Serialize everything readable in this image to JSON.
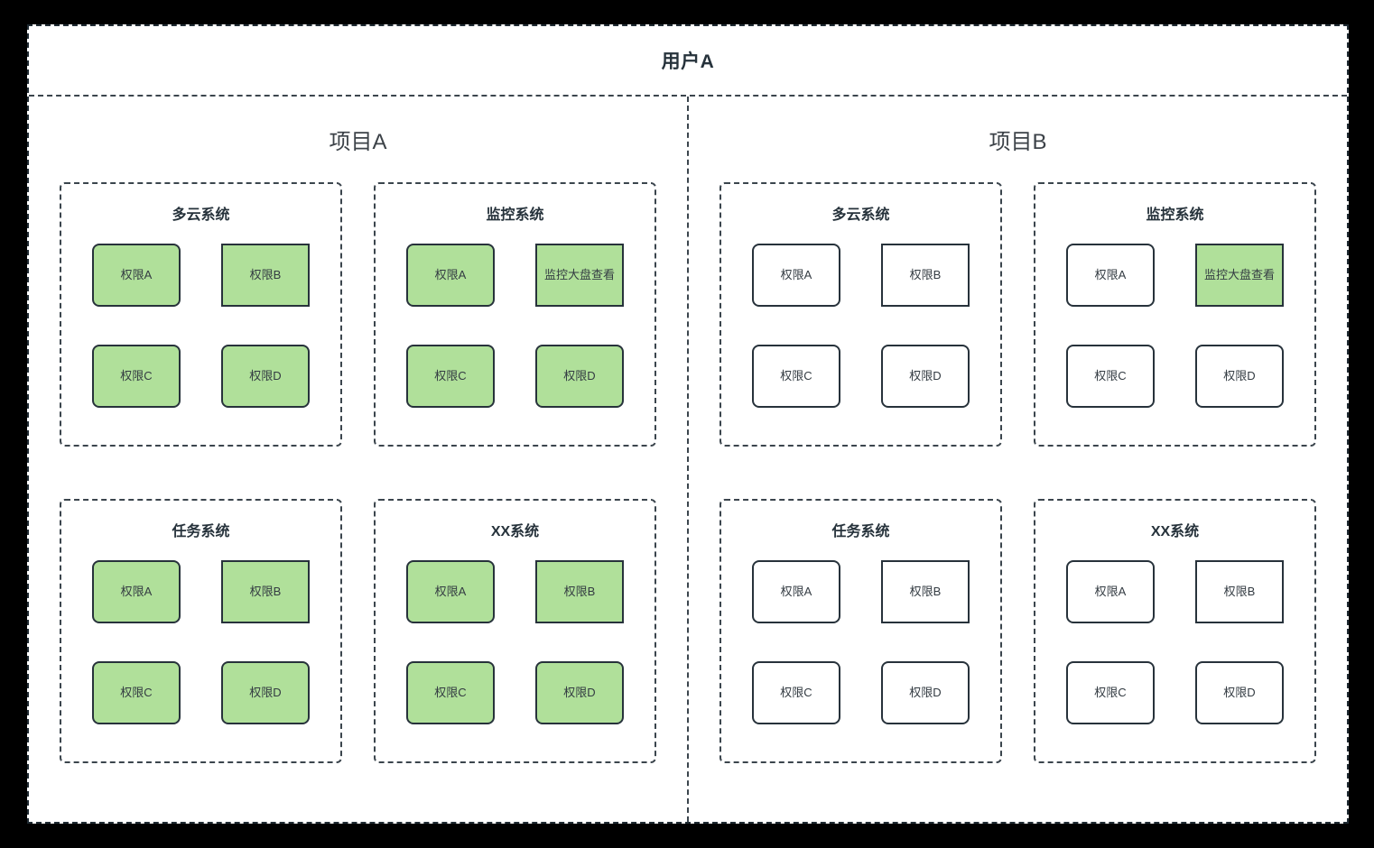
{
  "colors": {
    "granted_fill": "#b0e09a",
    "default_fill": "#ffffff",
    "border": "#27323b",
    "dashed_border": "#3b454d",
    "text": "#333b42",
    "page_background": "#000000"
  },
  "user": {
    "title": "用户A"
  },
  "projects": [
    {
      "id": "project-a",
      "title": "项目A",
      "systems": [
        {
          "id": "multicloud-system",
          "title": "多云系统",
          "permissions": [
            {
              "label": "权限A",
              "granted": true,
              "shape": "rounded"
            },
            {
              "label": "权限B",
              "granted": true,
              "shape": "sharp"
            },
            {
              "label": "权限C",
              "granted": true,
              "shape": "rounded"
            },
            {
              "label": "权限D",
              "granted": true,
              "shape": "rounded"
            }
          ]
        },
        {
          "id": "monitor-system",
          "title": "监控系统",
          "permissions": [
            {
              "label": "权限A",
              "granted": true,
              "shape": "rounded"
            },
            {
              "label": "监控大盘查看",
              "granted": true,
              "shape": "sharp"
            },
            {
              "label": "权限C",
              "granted": true,
              "shape": "rounded"
            },
            {
              "label": "权限D",
              "granted": true,
              "shape": "rounded"
            }
          ]
        },
        {
          "id": "task-system",
          "title": "任务系统",
          "permissions": [
            {
              "label": "权限A",
              "granted": true,
              "shape": "rounded"
            },
            {
              "label": "权限B",
              "granted": true,
              "shape": "sharp"
            },
            {
              "label": "权限C",
              "granted": true,
              "shape": "rounded"
            },
            {
              "label": "权限D",
              "granted": true,
              "shape": "rounded"
            }
          ]
        },
        {
          "id": "xx-system",
          "title": "XX系统",
          "permissions": [
            {
              "label": "权限A",
              "granted": true,
              "shape": "rounded"
            },
            {
              "label": "权限B",
              "granted": true,
              "shape": "sharp"
            },
            {
              "label": "权限C",
              "granted": true,
              "shape": "rounded"
            },
            {
              "label": "权限D",
              "granted": true,
              "shape": "rounded"
            }
          ]
        }
      ]
    },
    {
      "id": "project-b",
      "title": "项目B",
      "systems": [
        {
          "id": "multicloud-system",
          "title": "多云系统",
          "permissions": [
            {
              "label": "权限A",
              "granted": false,
              "shape": "rounded"
            },
            {
              "label": "权限B",
              "granted": false,
              "shape": "sharp"
            },
            {
              "label": "权限C",
              "granted": false,
              "shape": "rounded"
            },
            {
              "label": "权限D",
              "granted": false,
              "shape": "rounded"
            }
          ]
        },
        {
          "id": "monitor-system",
          "title": "监控系统",
          "permissions": [
            {
              "label": "权限A",
              "granted": false,
              "shape": "rounded"
            },
            {
              "label": "监控大盘查看",
              "granted": true,
              "shape": "sharp"
            },
            {
              "label": "权限C",
              "granted": false,
              "shape": "rounded"
            },
            {
              "label": "权限D",
              "granted": false,
              "shape": "rounded"
            }
          ]
        },
        {
          "id": "task-system",
          "title": "任务系统",
          "permissions": [
            {
              "label": "权限A",
              "granted": false,
              "shape": "rounded"
            },
            {
              "label": "权限B",
              "granted": false,
              "shape": "sharp"
            },
            {
              "label": "权限C",
              "granted": false,
              "shape": "rounded"
            },
            {
              "label": "权限D",
              "granted": false,
              "shape": "rounded"
            }
          ]
        },
        {
          "id": "xx-system",
          "title": "XX系统",
          "permissions": [
            {
              "label": "权限A",
              "granted": false,
              "shape": "rounded"
            },
            {
              "label": "权限B",
              "granted": false,
              "shape": "sharp"
            },
            {
              "label": "权限C",
              "granted": false,
              "shape": "rounded"
            },
            {
              "label": "权限D",
              "granted": false,
              "shape": "rounded"
            }
          ]
        }
      ]
    }
  ]
}
